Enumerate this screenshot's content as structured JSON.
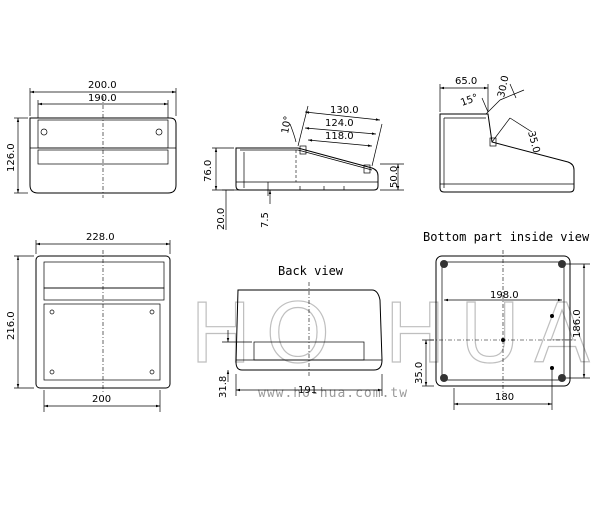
{
  "views": {
    "front": {
      "dims": {
        "overall_width": "200.0",
        "inner_width": "190.0",
        "height": "126.0"
      }
    },
    "side": {
      "dims": {
        "d130": "130.0",
        "d124": "124.0",
        "d118": "118.0",
        "angle": "10°",
        "h76": "76.0",
        "h50": "50.0",
        "h20": "20.0",
        "d7_5": "7.5"
      }
    },
    "side_right": {
      "dims": {
        "d65": "65.0",
        "d30": "30.0",
        "angle": "15°",
        "d35": "35.0"
      }
    },
    "top": {
      "dims": {
        "width": "228.0",
        "height": "216.0",
        "inner": "200"
      }
    },
    "back": {
      "title": "Back view",
      "dims": {
        "width": "191",
        "h": "31.8"
      }
    },
    "bottom": {
      "title": "Bottom part inside view",
      "dims": {
        "d198": "198.0",
        "d186": "186.0",
        "d35": "35.0",
        "d180": "180"
      }
    }
  },
  "watermark": {
    "text": "HO HUA",
    "url": "www.ho-hua.com.tw"
  }
}
